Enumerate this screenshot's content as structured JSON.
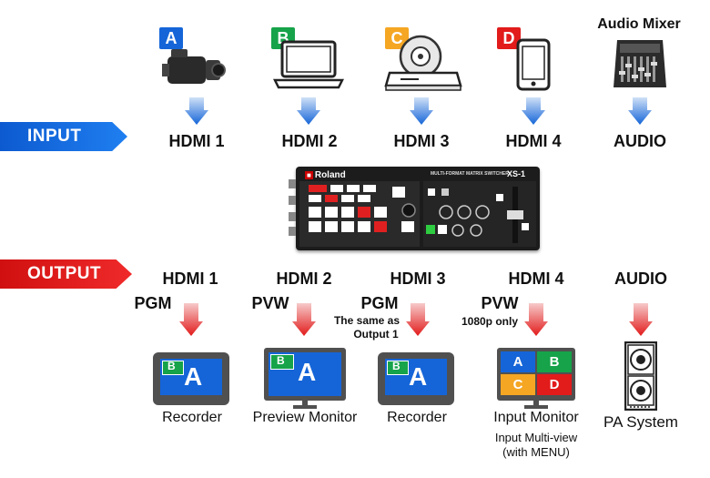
{
  "banners": {
    "input": "INPUT",
    "output": "OUTPUT"
  },
  "inputs": [
    {
      "badge": "A",
      "color": "#1565d8",
      "device": "camcorder",
      "label": "HDMI 1"
    },
    {
      "badge": "B",
      "color": "#16a34a",
      "device": "laptop",
      "label": "HDMI 2"
    },
    {
      "badge": "C",
      "color": "#f5a623",
      "device": "disc-player",
      "label": "HDMI 3"
    },
    {
      "badge": "D",
      "color": "#e21b1b",
      "device": "smartphone",
      "label": "HDMI 4"
    },
    {
      "title": "Audio Mixer",
      "device": "audio-mixer",
      "label": "AUDIO"
    }
  ],
  "switcher": {
    "brand": "Roland",
    "subtitle": "MULTI-FORMAT MATRIX SWITCHER",
    "model": "XS-1"
  },
  "outputs": [
    {
      "label": "HDMI 1",
      "signal": "PGM",
      "device": "Recorder"
    },
    {
      "label": "HDMI 2",
      "signal": "PVW",
      "device": "Preview Monitor"
    },
    {
      "label": "HDMI 3",
      "signal": "PGM",
      "note1": "The same as",
      "note2": "Output 1",
      "device": "Recorder"
    },
    {
      "label": "HDMI 4",
      "signal": "PVW",
      "note1": "1080p only",
      "device": "Input Monitor",
      "sub1": "Input Multi-view",
      "sub2": "(with MENU)"
    },
    {
      "label": "AUDIO",
      "device": "PA System"
    }
  ],
  "screens": {
    "pip": "B",
    "main": "A",
    "quad": [
      "A",
      "B",
      "C",
      "D"
    ],
    "quad_colors": [
      "#1565d8",
      "#16a34a",
      "#f5a623",
      "#e21b1b"
    ]
  }
}
